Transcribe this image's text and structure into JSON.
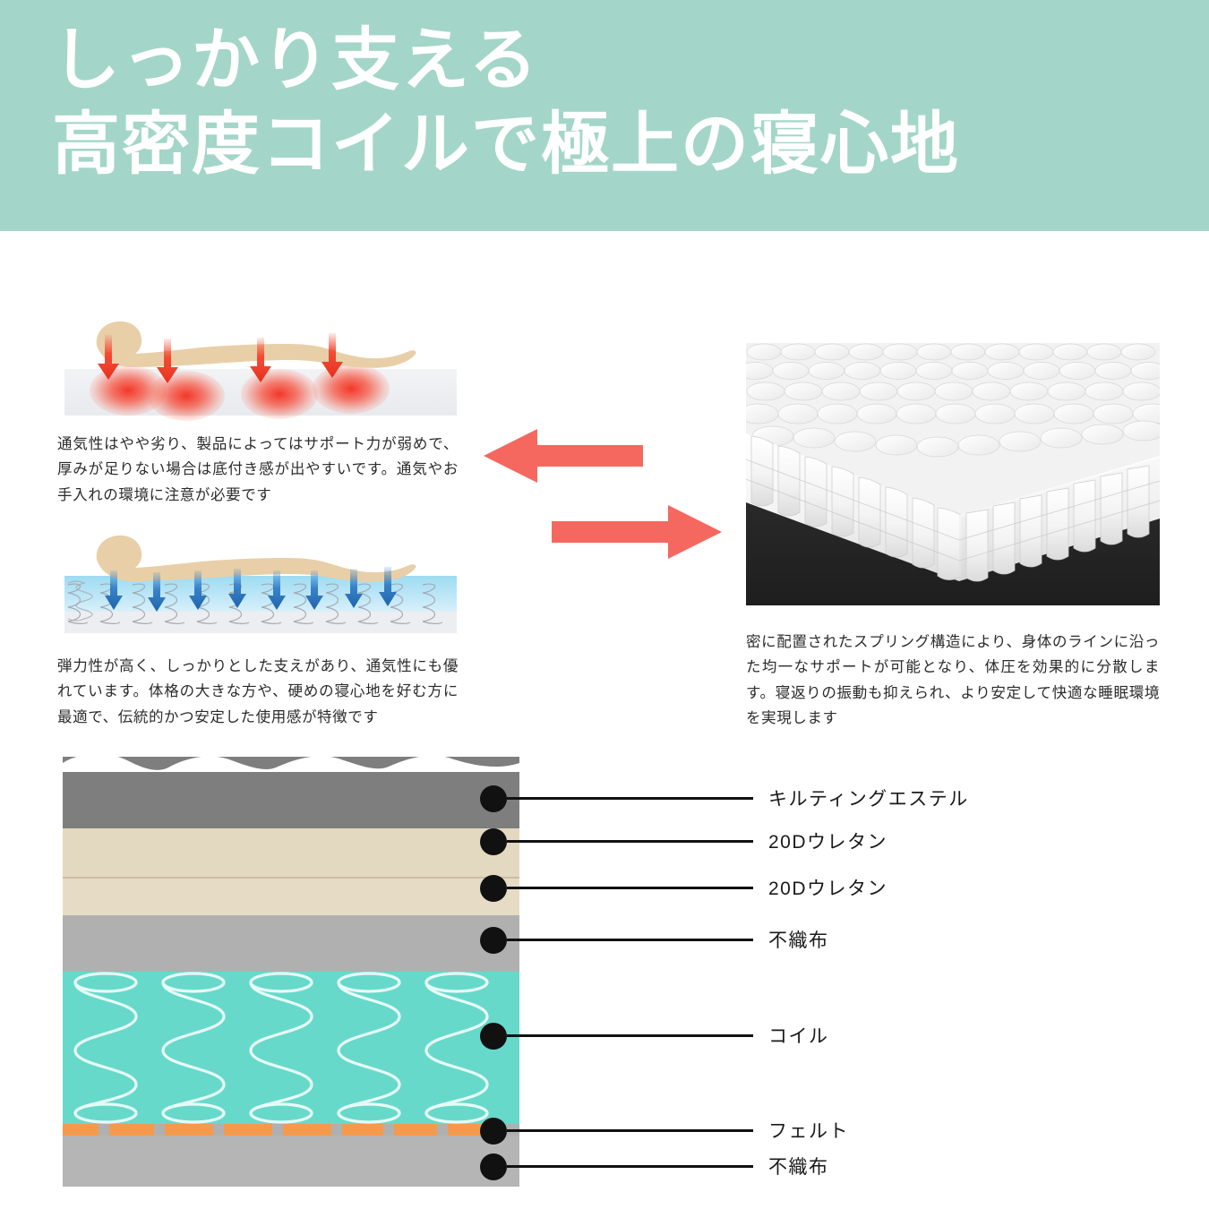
{
  "header": {
    "line1": "しっかり支える",
    "line2": "高密度コイルで極上の寝心地",
    "bg_color": "#a3d6c8",
    "text_color": "#ffffff"
  },
  "comparison": {
    "left": {
      "foam": {
        "illustration_name": "person-on-foam-mattress",
        "arrow_color": "#f2412b",
        "arrow_count": 4,
        "caption": "通気性はやや劣り、製品によってはサポート力が弱めで、厚みが足りない場合は底付き感が出やすいです。通気やお手入れの環境に注意が必要です"
      },
      "spring": {
        "illustration_name": "person-on-spring-mattress",
        "arrow_color": "#2b78c4",
        "arrow_count": 8,
        "caption": "弾力性が高く、しっかりとした支えがあり、通気性にも優れています。体格の大きな方や、硬めの寝心地を好む方に最適で、伝統的かつ安定した使用感が特徴です"
      }
    },
    "center": {
      "arrow_color": "#f4685f",
      "arrow_left_name": "arrow-left",
      "arrow_right_name": "arrow-right"
    },
    "right": {
      "photo_name": "pocket-coil-mattress-photo",
      "caption": "密に配置されたスプリング構造により、身体のラインに沿った均一なサポートが可能となり、体圧を効果的に分散します。寝返りの振動も抑えられ、より安定して快適な睡眠環境を実現します"
    }
  },
  "cross_section": {
    "diagram_name": "mattress-layer-cross-section",
    "layers": [
      {
        "id": "quilting",
        "label": "キルティングエステル",
        "color": "#7e7e7e"
      },
      {
        "id": "urethane-1",
        "label": "20Dウレタン",
        "color": "#e3d8c0"
      },
      {
        "id": "urethane-2",
        "label": "20Dウレタン",
        "color": "#e6dcc6"
      },
      {
        "id": "nonwoven-top",
        "label": "不織布",
        "color": "#b0b0b0"
      },
      {
        "id": "coil",
        "label": "コイル",
        "color": "#67d9cb"
      },
      {
        "id": "felt",
        "label": "フェルト",
        "color": "#f59a4c"
      },
      {
        "id": "nonwoven-bottom",
        "label": "不織布",
        "color": "#b5b5b5"
      }
    ],
    "coil_count": 5,
    "felt_dash_count": 9,
    "dot_color": "#111111",
    "leader_color": "#111111"
  }
}
